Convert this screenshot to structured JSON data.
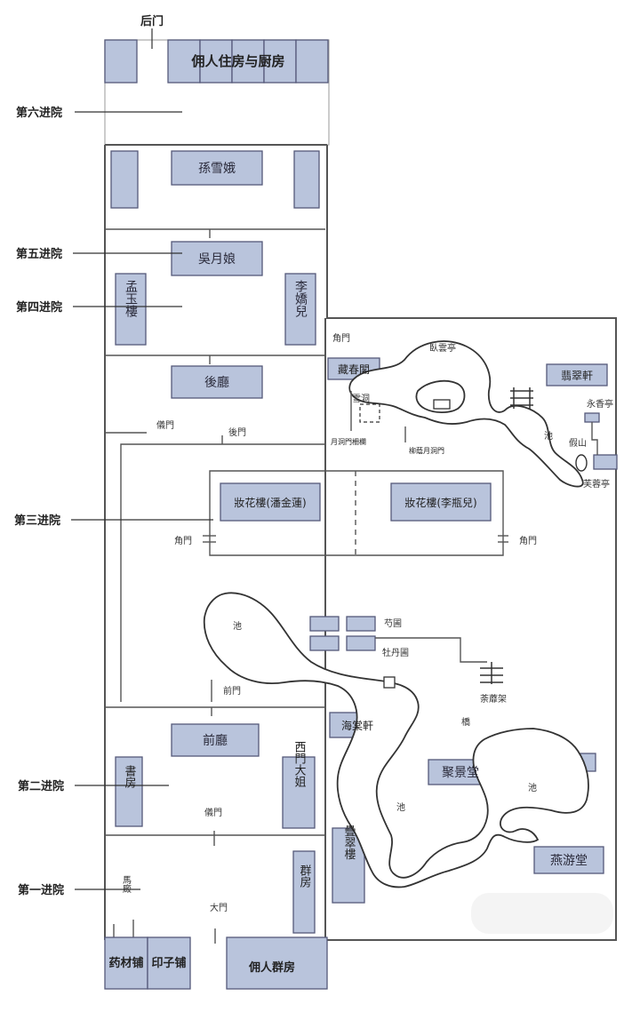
{
  "labels": {
    "back_gate": "后门",
    "servants_kitchen": "佣人住房与厨房",
    "court6": "第六进院",
    "court5": "第五进院",
    "court4": "第四进院",
    "court3": "第三进院",
    "court2": "第二进院",
    "court1": "第一进院",
    "sun_xue_e": "孫雪娥",
    "wu_yue_niang": "吳月娘",
    "meng_yu_lou": "孟玉樓",
    "li_jiao_er": "李嬌兒",
    "jiao_men_top": "角門",
    "cang_chun_ge": "藏春閣",
    "wo_yun_ting": "臥雲亭",
    "cui_wei_xuan": "翡翠軒",
    "yong_xiang_ting": "永香亭",
    "jia_shan": "假山",
    "fu_rong_ting": "芙蓉亭",
    "chi": "池",
    "xue_dong": "雪洞",
    "hou_ting": "後廳",
    "ce_men": "儀門",
    "hou_men": "後門",
    "moon_gate1": "月洞門柵欄",
    "moon_gate2": "柳蔭月洞門",
    "dressing_left": "妝花樓(潘金蓮)",
    "dressing_right": "妝花樓(李瓶兒)",
    "jiao_men_left": "角門",
    "jiao_men_right": "角門",
    "shao_yao_pu": "芍圃",
    "mu_dan_pu": "牡丹圃",
    "qian_men": "前門",
    "tu_mi_jia": "荼蘼架",
    "qiao": "橋",
    "hai_tang_xuan": "海棠軒",
    "ju_jing_tang": "聚景堂",
    "qian_ting": "前廳",
    "shu_fang": "書房",
    "ximen_daughter": "西門大姐",
    "yi_men": "儀門",
    "die_cui_lou": "疊翠樓",
    "yan_you_tang": "燕游堂",
    "qun_fang": "群房",
    "ma_jiu": "馬廄",
    "da_men": "大門",
    "yao_cai_pu": "药材铺",
    "yin_zi_pu": "印子铺",
    "servants_group": "佣人群房"
  },
  "colors": {
    "building": "#b9c4dc",
    "stroke": "#55597a",
    "wall": "#555555"
  }
}
